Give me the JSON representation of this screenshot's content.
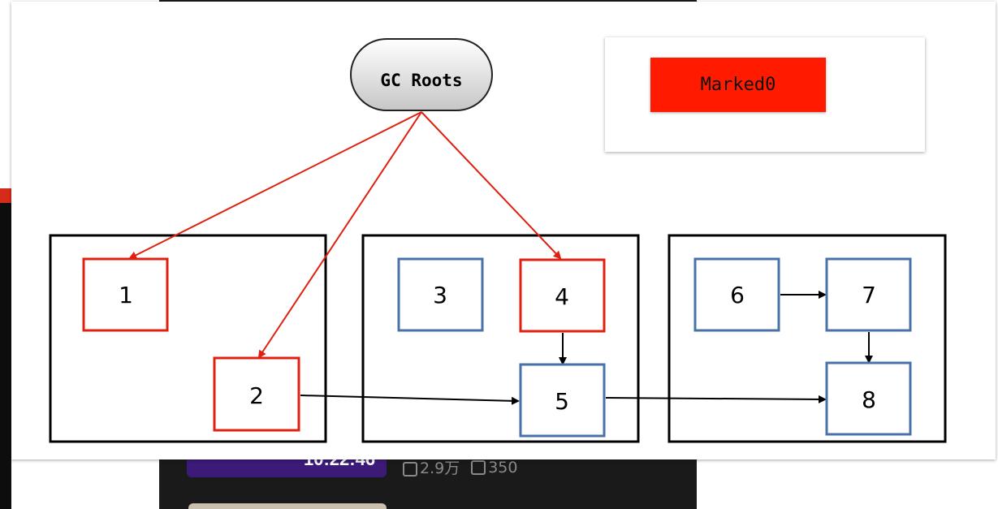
{
  "background": {
    "video_duration": "10:22:46",
    "views": "2.9万",
    "comments": "350"
  },
  "diagram": {
    "root_label": "GC Roots",
    "legend_label": "Marked0",
    "marked_color": "#e02010",
    "unmarked_color": "#4a72aa",
    "legend_color": "#ff1a00",
    "nodes": [
      {
        "id": "1",
        "label": "1",
        "marked": true
      },
      {
        "id": "2",
        "label": "2",
        "marked": true
      },
      {
        "id": "3",
        "label": "3",
        "marked": false
      },
      {
        "id": "4",
        "label": "4",
        "marked": true
      },
      {
        "id": "5",
        "label": "5",
        "marked": false
      },
      {
        "id": "6",
        "label": "6",
        "marked": false
      },
      {
        "id": "7",
        "label": "7",
        "marked": false
      },
      {
        "id": "8",
        "label": "8",
        "marked": false
      }
    ],
    "edges": [
      {
        "from": "GC Roots",
        "to": "1"
      },
      {
        "from": "GC Roots",
        "to": "2"
      },
      {
        "from": "GC Roots",
        "to": "4"
      },
      {
        "from": "2",
        "to": "5"
      },
      {
        "from": "4",
        "to": "5"
      },
      {
        "from": "5",
        "to": "8"
      },
      {
        "from": "6",
        "to": "7"
      },
      {
        "from": "7",
        "to": "8"
      }
    ]
  }
}
